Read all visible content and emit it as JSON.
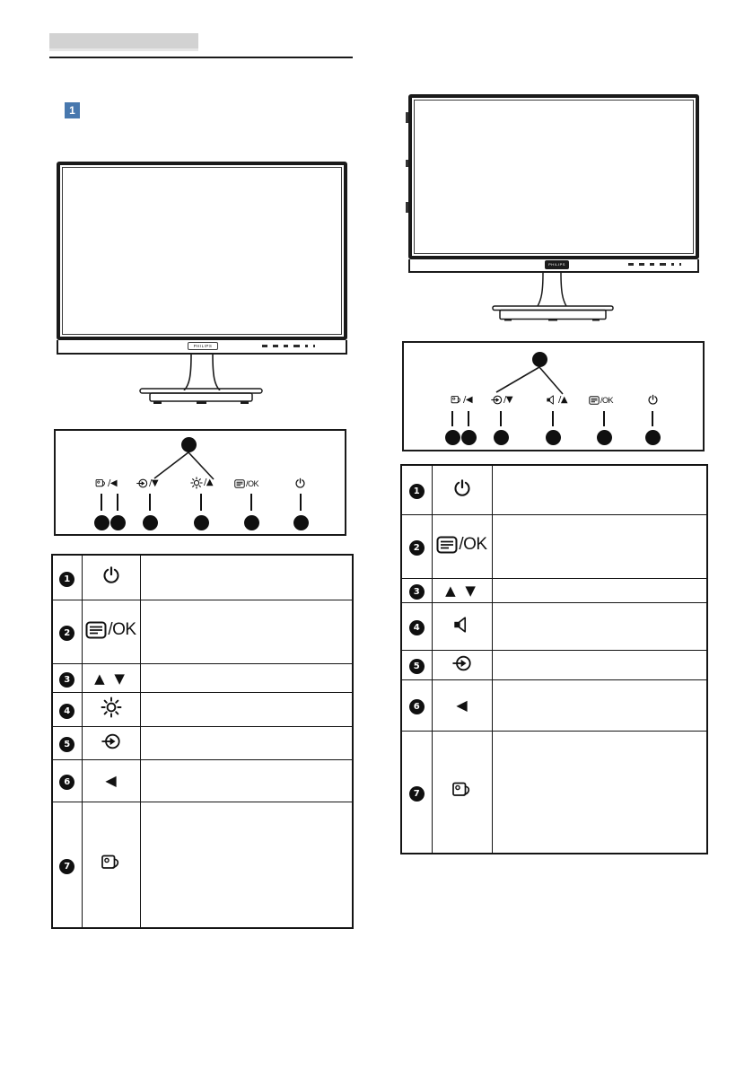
{
  "page": {
    "section_badge": "1",
    "accent_blue": "#4878ae",
    "chapter_bar_text": ""
  },
  "left": {
    "monitor": {
      "brand": "PHILIPS"
    },
    "panel": {
      "buttons": [
        {
          "icon": "smartimage-icon",
          "suffix": "/◀"
        },
        {
          "icon": "input-source-icon",
          "suffix": "/▼"
        },
        {
          "icon": "brightness-icon",
          "suffix": "/▲"
        },
        {
          "icon": "menu-icon",
          "suffix": "/OK"
        },
        {
          "icon": "power-icon",
          "suffix": ""
        }
      ]
    },
    "table": {
      "rows": [
        {
          "num": "1",
          "icon": "power-icon",
          "desc": ""
        },
        {
          "num": "2",
          "icon": "menu-icon",
          "icon_text": "/OK",
          "desc": ""
        },
        {
          "num": "3",
          "icon": "up-down-icon",
          "glyph": "▲ ▼",
          "desc": ""
        },
        {
          "num": "4",
          "icon": "brightness-icon",
          "desc": ""
        },
        {
          "num": "5",
          "icon": "input-source-icon",
          "desc": ""
        },
        {
          "num": "6",
          "icon": "back-icon",
          "glyph": "◀",
          "desc": ""
        },
        {
          "num": "7",
          "icon": "smartimage-icon",
          "desc": ""
        }
      ]
    }
  },
  "right": {
    "monitor": {
      "brand": "PHILIPS"
    },
    "panel": {
      "buttons": [
        {
          "icon": "smartimage-icon",
          "suffix": "/◀"
        },
        {
          "icon": "input-source-icon",
          "suffix": "/▼"
        },
        {
          "icon": "volume-icon",
          "suffix": "/▲"
        },
        {
          "icon": "menu-icon",
          "suffix": "/OK"
        },
        {
          "icon": "power-icon",
          "suffix": ""
        }
      ]
    },
    "table": {
      "rows": [
        {
          "num": "1",
          "icon": "power-icon",
          "desc": ""
        },
        {
          "num": "2",
          "icon": "menu-icon",
          "icon_text": "/OK",
          "desc": ""
        },
        {
          "num": "3",
          "icon": "up-down-icon",
          "glyph": "▲ ▼",
          "desc": ""
        },
        {
          "num": "4",
          "icon": "volume-icon",
          "desc": ""
        },
        {
          "num": "5",
          "icon": "input-source-icon",
          "desc": ""
        },
        {
          "num": "6",
          "icon": "back-icon",
          "glyph": "◀",
          "desc": ""
        },
        {
          "num": "7",
          "icon": "smartimage-icon",
          "desc": ""
        }
      ]
    }
  }
}
